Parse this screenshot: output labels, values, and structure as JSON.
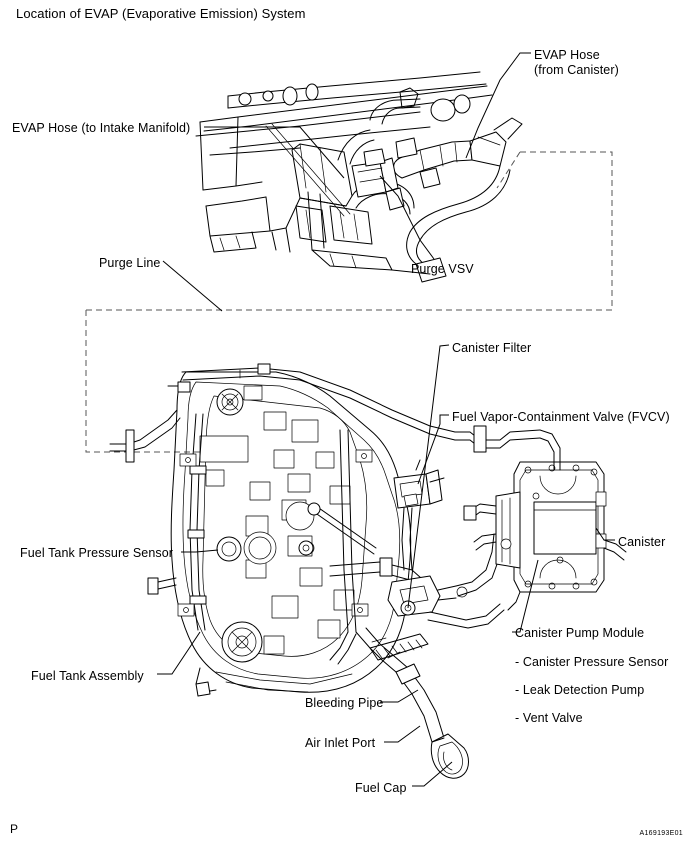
{
  "document": {
    "title": "Location of EVAP (Evaporative Emission) System",
    "footer_left": "P",
    "figure_code": "A169193E01"
  },
  "labels": {
    "evap_hose_canister_line1": "EVAP Hose",
    "evap_hose_canister_line2": "(from Canister)",
    "evap_hose_intake": "EVAP Hose (to Intake Manifold)",
    "purge_line": "Purge Line",
    "purge_vsv": "Purge VSV",
    "canister_filter": "Canister Filter",
    "fvcv": "Fuel Vapor-Containment Valve (FVCV)",
    "canister": "Canister",
    "fuel_tank_pressure_sensor": "Fuel Tank Pressure Sensor",
    "fuel_tank_assembly": "Fuel Tank Assembly",
    "bleeding_pipe": "Bleeding Pipe",
    "air_inlet_port": "Air Inlet Port",
    "fuel_cap": "Fuel Cap",
    "canister_pump_module": "Canister Pump Module",
    "cpm_item_1": "- Canister Pressure Sensor",
    "cpm_item_2": "- Leak Detection Pump",
    "cpm_item_3": "- Vent Valve"
  },
  "colors": {
    "ink": "#000000",
    "dashed_boundary": "#555555",
    "background": "#ffffff"
  }
}
